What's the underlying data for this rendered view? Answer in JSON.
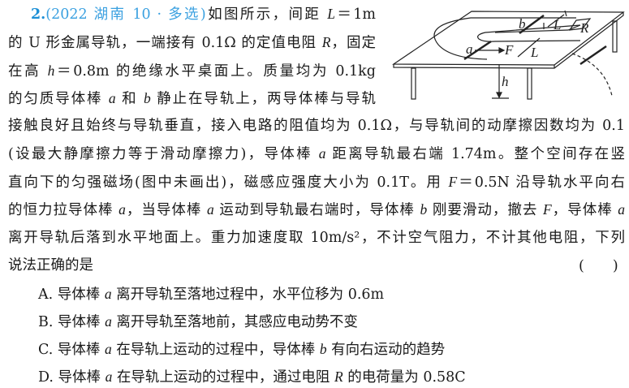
{
  "question": {
    "number": "2.",
    "source": "(2022 湖南 10 · 多选)",
    "lines": [
      [
        {
          "t": "如图所示，间距 "
        },
        {
          "t": "L",
          "i": true
        },
        {
          "t": "＝1m"
        }
      ],
      [
        {
          "t": "的 U 形金属导轨，一端接有 0.1Ω 的定值电阻 "
        },
        {
          "t": "R",
          "i": true
        },
        {
          "t": "，固定"
        }
      ],
      [
        {
          "t": "在高 "
        },
        {
          "t": "h",
          "i": true
        },
        {
          "t": "＝0.8m 的绝缘水平桌面上。质量均为 0.1kg"
        }
      ],
      [
        {
          "t": "的匀质导体棒 "
        },
        {
          "t": "a",
          "i": true
        },
        {
          "t": " 和 "
        },
        {
          "t": "b",
          "i": true
        },
        {
          "t": " 静止在导轨上，两导体棒与导轨"
        }
      ],
      [
        {
          "t": "接触良好且始终与导轨垂直，接入电路的阻值均为 0.1Ω，与导轨间的动摩擦因数均为 0.1"
        }
      ],
      [
        {
          "t": "(设最大静摩擦力等于滑动摩擦力)，导体棒 "
        },
        {
          "t": "a",
          "i": true
        },
        {
          "t": " 距离导轨最右端 1.74m。整个空间存在竖"
        }
      ],
      [
        {
          "t": "直向下的匀强磁场(图中未画出)，磁感应强度大小为 0.1T。用 "
        },
        {
          "t": "F",
          "i": true
        },
        {
          "t": "＝0.5N 沿导轨水平向右"
        }
      ],
      [
        {
          "t": "的恒力拉导体棒 "
        },
        {
          "t": "a",
          "i": true
        },
        {
          "t": "，当导体棒 "
        },
        {
          "t": "a",
          "i": true
        },
        {
          "t": " 运动到导轨最右端时，导体棒 "
        },
        {
          "t": "b",
          "i": true
        },
        {
          "t": " 刚要滑动，撤去 "
        },
        {
          "t": "F",
          "i": true
        },
        {
          "t": "，导体棒 "
        },
        {
          "t": "a",
          "i": true
        }
      ],
      [
        {
          "t": "离开导轨后落到水平地面上。重力加速度取 10m/s²，不计空气阻力，不计其他电阻，下列"
        }
      ],
      [
        {
          "t": "说法正确的是"
        }
      ]
    ],
    "answer_blank": "(　　)"
  },
  "options": [
    [
      {
        "t": "A.  导体棒 "
      },
      {
        "t": "a",
        "i": true
      },
      {
        "t": " 离开导轨至落地过程中，水平位移为 0.6m"
      }
    ],
    [
      {
        "t": "B.  导体棒 "
      },
      {
        "t": "a",
        "i": true
      },
      {
        "t": " 离开导轨至落地前，其感应电动势不变"
      }
    ],
    [
      {
        "t": "C.  导体棒 "
      },
      {
        "t": "a",
        "i": true
      },
      {
        "t": " 在导轨上运动的过程中，导体棒 "
      },
      {
        "t": "b",
        "i": true
      },
      {
        "t": " 有向右运动的趋势"
      }
    ],
    [
      {
        "t": "D.  导体棒 "
      },
      {
        "t": "a",
        "i": true
      },
      {
        "t": " 在导轨上运动的过程中，通过电阻 "
      },
      {
        "t": "R",
        "i": true
      },
      {
        "t": " 的电荷量为 0.58C"
      }
    ]
  ],
  "figure_labels": {
    "a": "a",
    "b": "b",
    "F": "F",
    "L1": "L",
    "L2": "L",
    "R": "R",
    "h": "h"
  },
  "colors": {
    "number": "#1b8fd6",
    "source": "#3aa0e0",
    "text": "#1a1a1a"
  }
}
